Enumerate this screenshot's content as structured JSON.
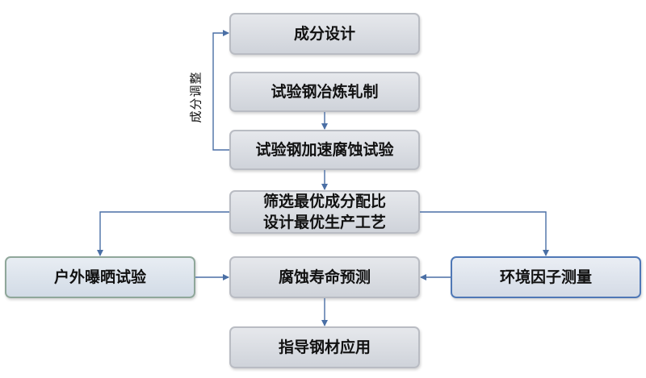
{
  "nodes": {
    "design": "成分设计",
    "smelt": "试验钢冶炼轧制",
    "accel": "试验钢加速腐蚀试验",
    "select_line1": "筛选最优成分配比",
    "select_line2": "设计最优生产工艺",
    "outdoor": "户外曝晒试验",
    "predict": "腐蚀寿命预测",
    "env": "环境因子测量",
    "guide": "指导钢材应用"
  },
  "feedback_label": "成分调整",
  "colors": {
    "box_fill": "#d9dce1",
    "box_border": "#b9bcc3",
    "outdoor_border": "#8fa79a",
    "env_border": "#4f78b6",
    "arrow": "#4a6fa5"
  }
}
